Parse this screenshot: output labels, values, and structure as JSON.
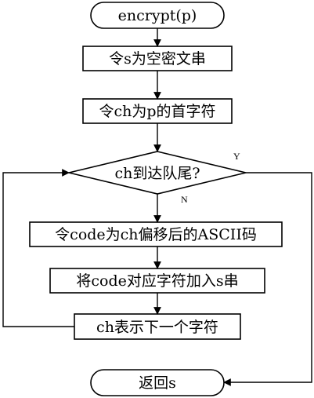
{
  "flowchart": {
    "start": "encrypt(p)",
    "steps": [
      "令s为空密文串",
      "令ch为p的首字符"
    ],
    "decision": "ch到达队尾?",
    "yes_label": "Y",
    "no_label": "N",
    "loop": [
      "令code为ch偏移后的ASCII码",
      "将code对应字符加入s串",
      "ch表示下一个字符"
    ],
    "end": "返回s"
  }
}
